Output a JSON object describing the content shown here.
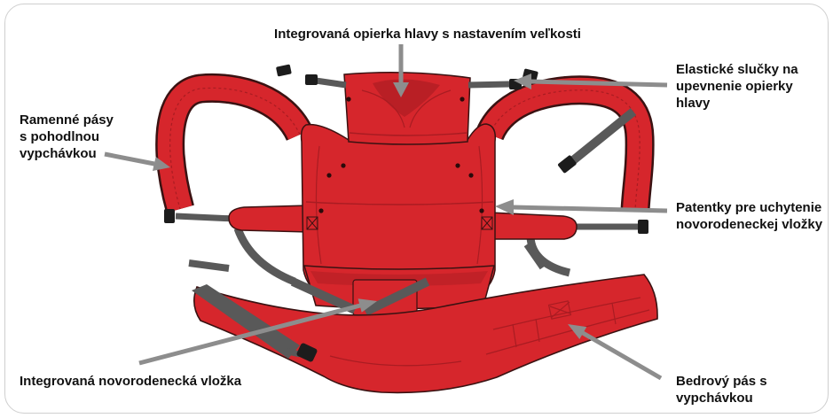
{
  "labels": {
    "headrest": "Integrovaná opierka hlavy s nastavením veľkosti",
    "elastic_loops": [
      "Elastické slučky na",
      "upevnenie opierky",
      "hlavy"
    ],
    "shoulder_straps": [
      "Ramenné pásy",
      "s pohodlnou",
      "vypchávkou"
    ],
    "snaps": [
      "Patentky pre uchytenie",
      "novorodeneckej vložky"
    ],
    "newborn_insert": "Integrovaná novorodenecká vložka",
    "hip_belt": [
      "Bedrový pás s",
      "vypchávkou"
    ]
  },
  "colors": {
    "carrier_red": "#d6262c",
    "carrier_shade": "#a91c22",
    "outline": "#3a1212",
    "strap_gray": "#595959",
    "buckle_black": "#1c1c1c",
    "arrow_gray": "#8d8d8d",
    "frame": "#cfcfcf"
  }
}
